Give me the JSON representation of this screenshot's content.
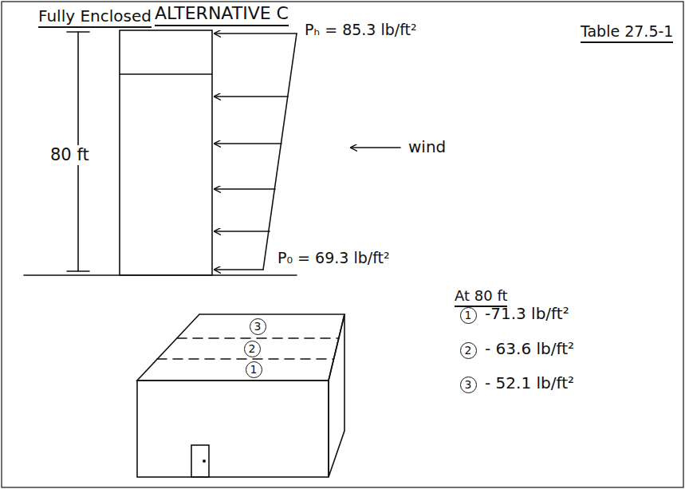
{
  "diagram": {
    "nodes": [
      {
        "text": [
          "3"
        ]
      },
      {
        "text": [
          "2"
        ]
      },
      {
        "text": [
          "1"
        ]
      },
      {
        "text": [
          "1"
        ]
      },
      {
        "text": [
          "2"
        ]
      },
      {
        "text": [
          "3"
        ]
      }
    ],
    "labels": [
      "Fully Enclosed",
      "ALTERNATIVE C",
      "Table 27.5-1",
      "Pₕ = 85.3 lb/ft²",
      "80 ft",
      "wind",
      "P₀ = 69.3 lb/ft²",
      "At 80 ft",
      "-71.3 lb/ft²",
      "- 63.6 lb/ft²",
      "- 52.1 lb/ft²"
    ]
  }
}
